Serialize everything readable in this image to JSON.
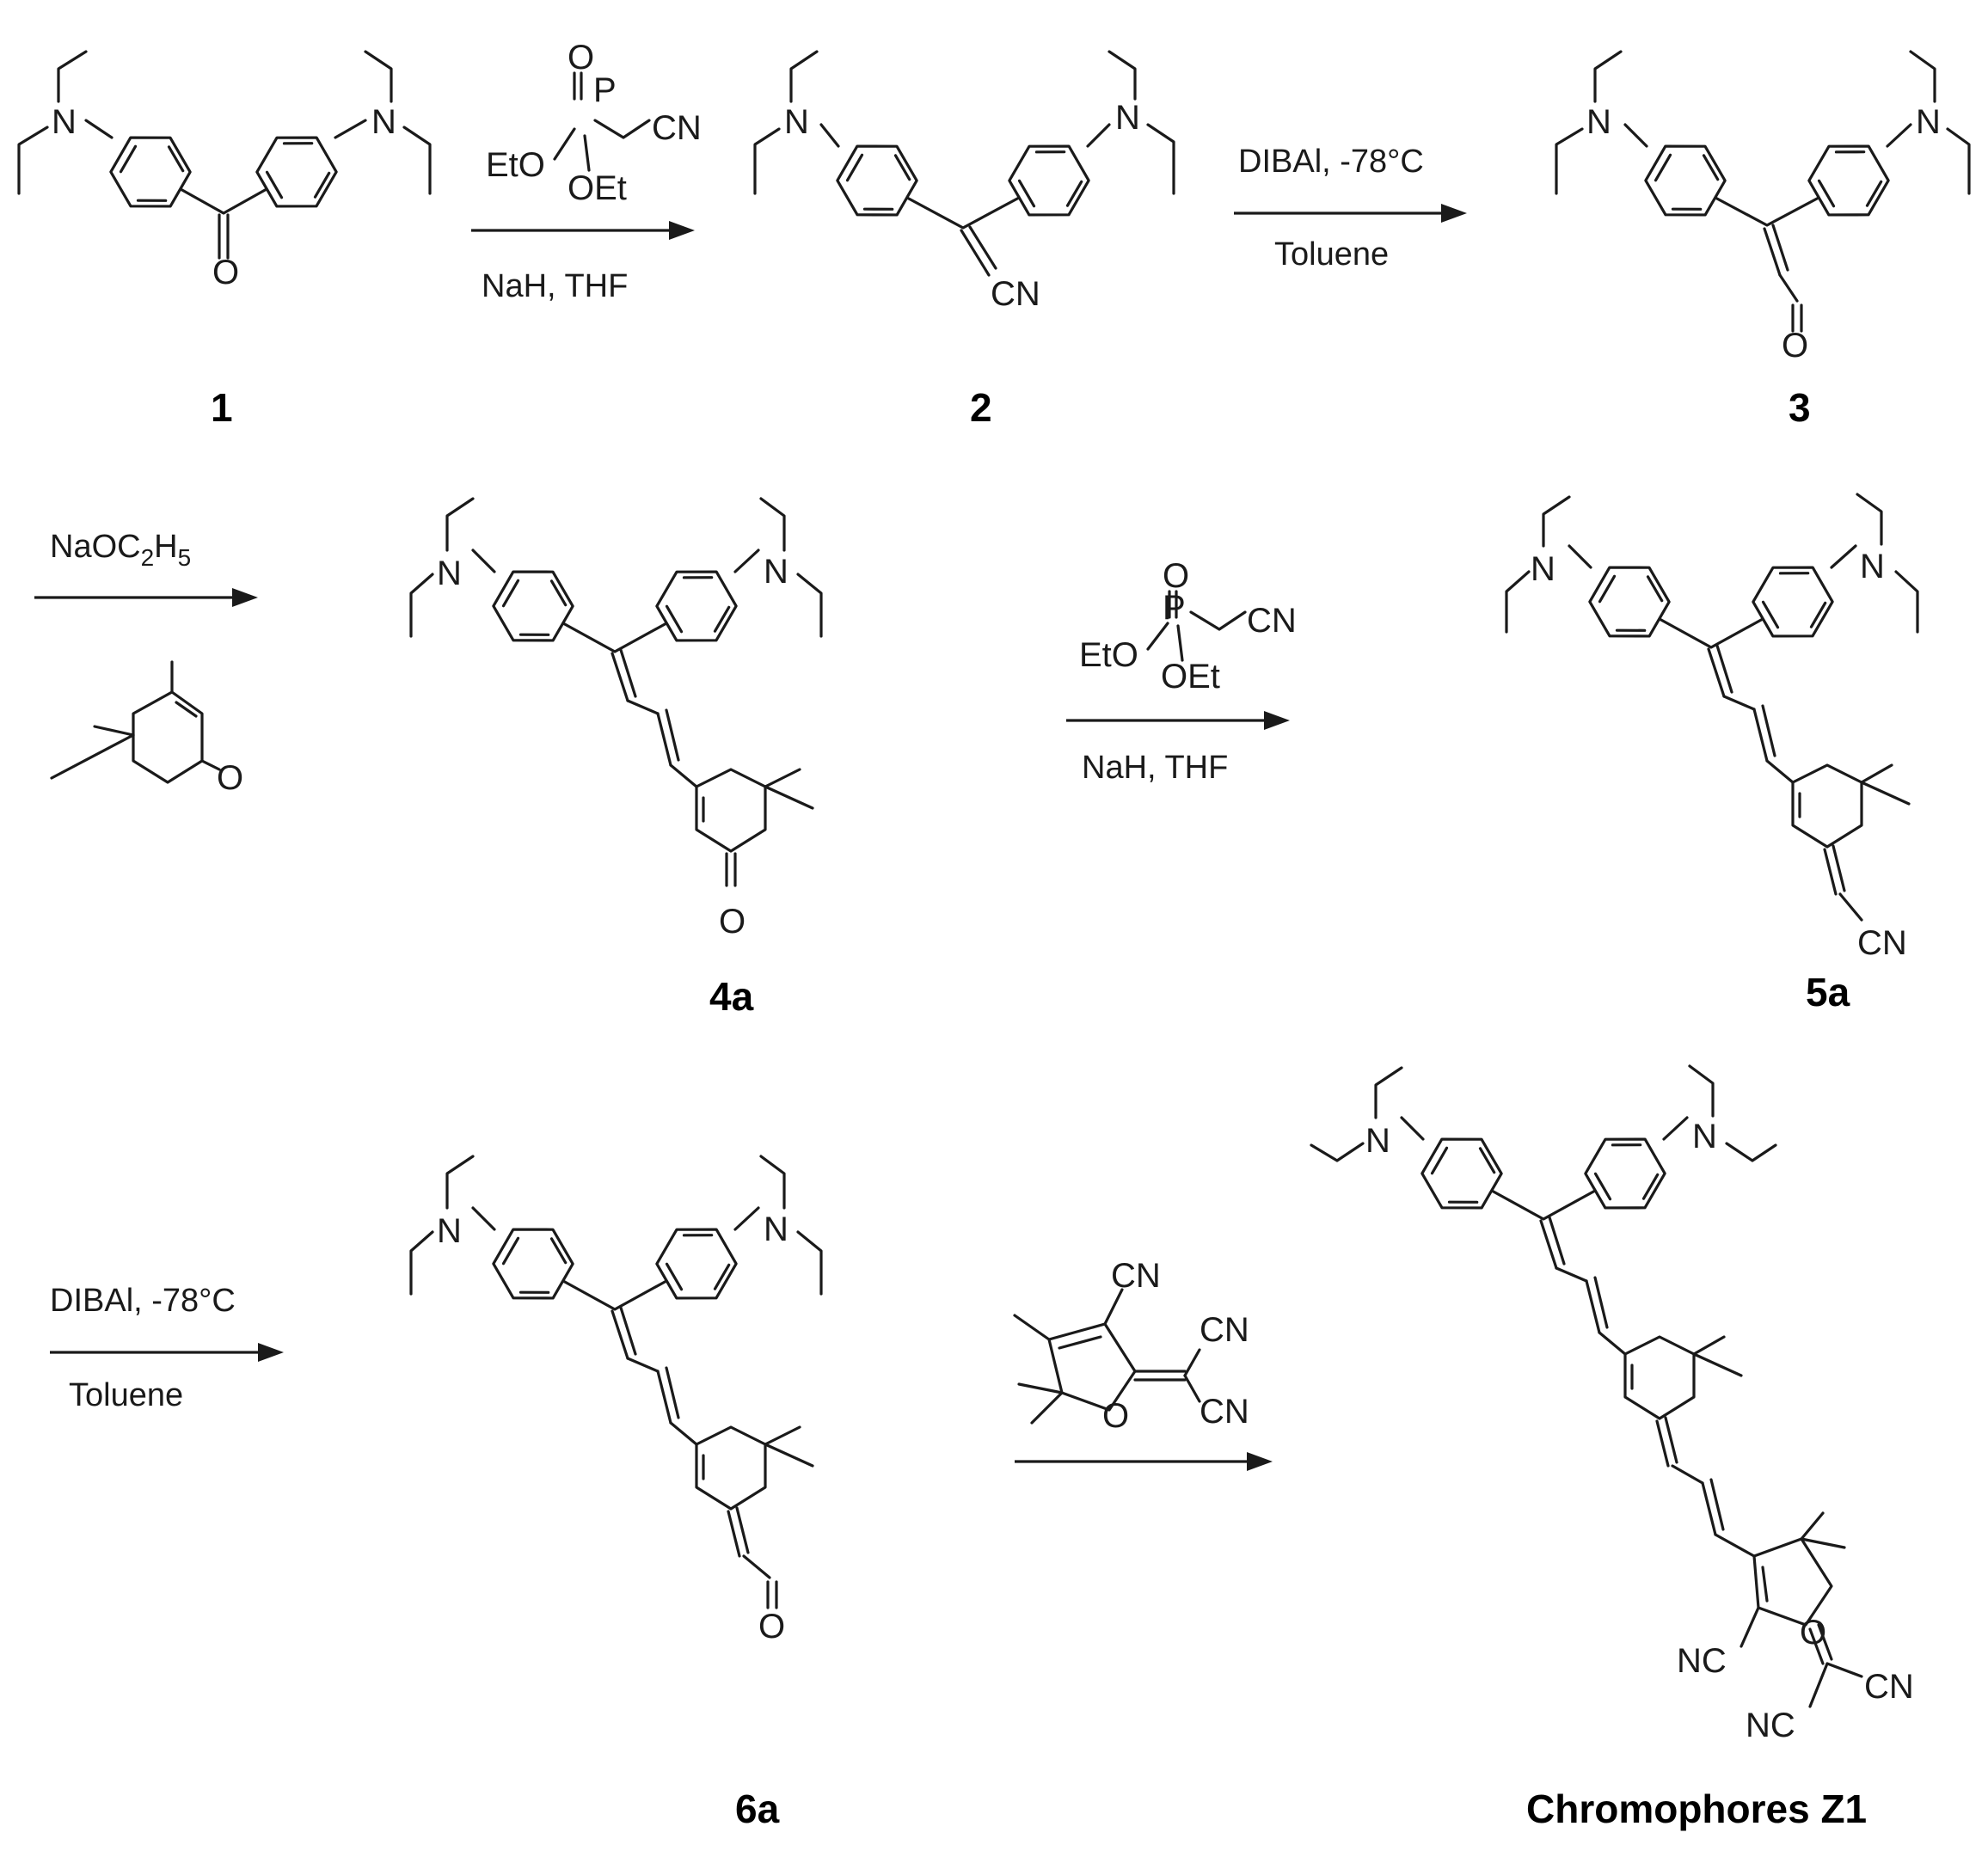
{
  "atoms": {
    "N": "N",
    "O": "O",
    "CN": "CN",
    "NC": "NC",
    "P": "P",
    "EtO": "EtO",
    "OEt": "OEt"
  },
  "reagents": {
    "step1_below": "NaH, THF",
    "step2_above": "DIBAl, -78°C",
    "step2_below": "Toluene",
    "step3_above_main": "NaOC",
    "step3_sub1": "2",
    "step3_mid": "H",
    "step3_sub2": "5",
    "step4_below": "NaH, THF",
    "step5_above": "DIBAl, -78°C",
    "step5_below": "Toluene"
  },
  "labels": {
    "c1": "1",
    "c2": "2",
    "c3": "3",
    "c4a": "4a",
    "c5a": "5a",
    "c6a": "6a",
    "z1": "Chromophores Z1"
  }
}
